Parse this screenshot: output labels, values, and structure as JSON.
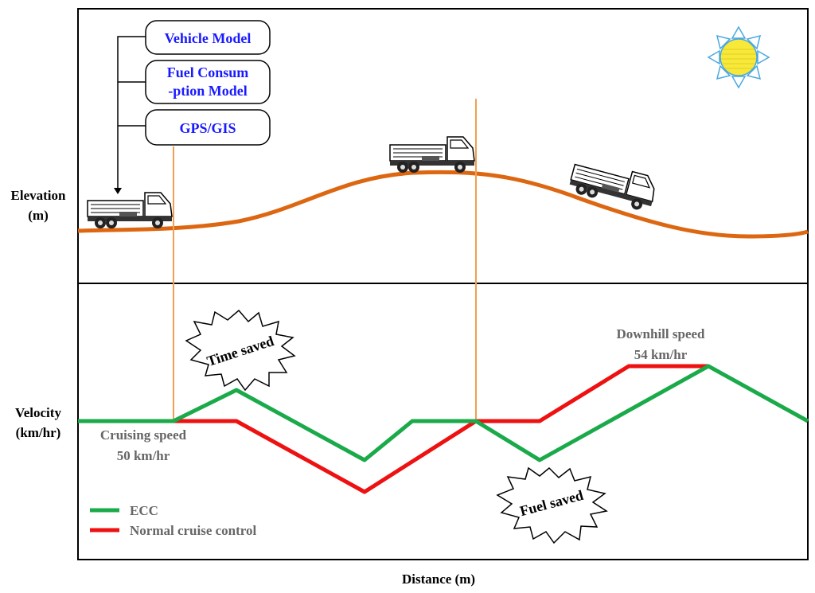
{
  "model_boxes": {
    "vehicle_model": "Vehicle Model",
    "fuel_model_line1": "Fuel Consum",
    "fuel_model_line2": "-ption Model",
    "gps_gis": "GPS/GIS"
  },
  "labels": {
    "elevation_line1": "Elevation",
    "elevation_line2": "(m)",
    "velocity_line1": "Velocity",
    "velocity_line2": "(km/hr)",
    "distance": "Distance (m)"
  },
  "annotations": {
    "cruising_line1": "Cruising speed",
    "cruising_line2": "50 km/hr",
    "downhill_line1": "Downhill speed",
    "downhill_line2": "54 km/hr",
    "time_saved": "Time saved",
    "fuel_saved": "Fuel saved"
  },
  "legend": {
    "ecc": "ECC",
    "normal": "Normal cruise control"
  },
  "colors": {
    "ecc": "#1aaa4a",
    "normal": "#ee1111",
    "road": "#dd6611",
    "marker": "#f0a050",
    "box_text": "#1a1aff",
    "sun": "#f7e83a",
    "sun_rays": "#4aa8e0"
  },
  "icons": {
    "truck": "dump-truck-icon",
    "sun": "sun-icon",
    "burst": "starburst-callout"
  }
}
